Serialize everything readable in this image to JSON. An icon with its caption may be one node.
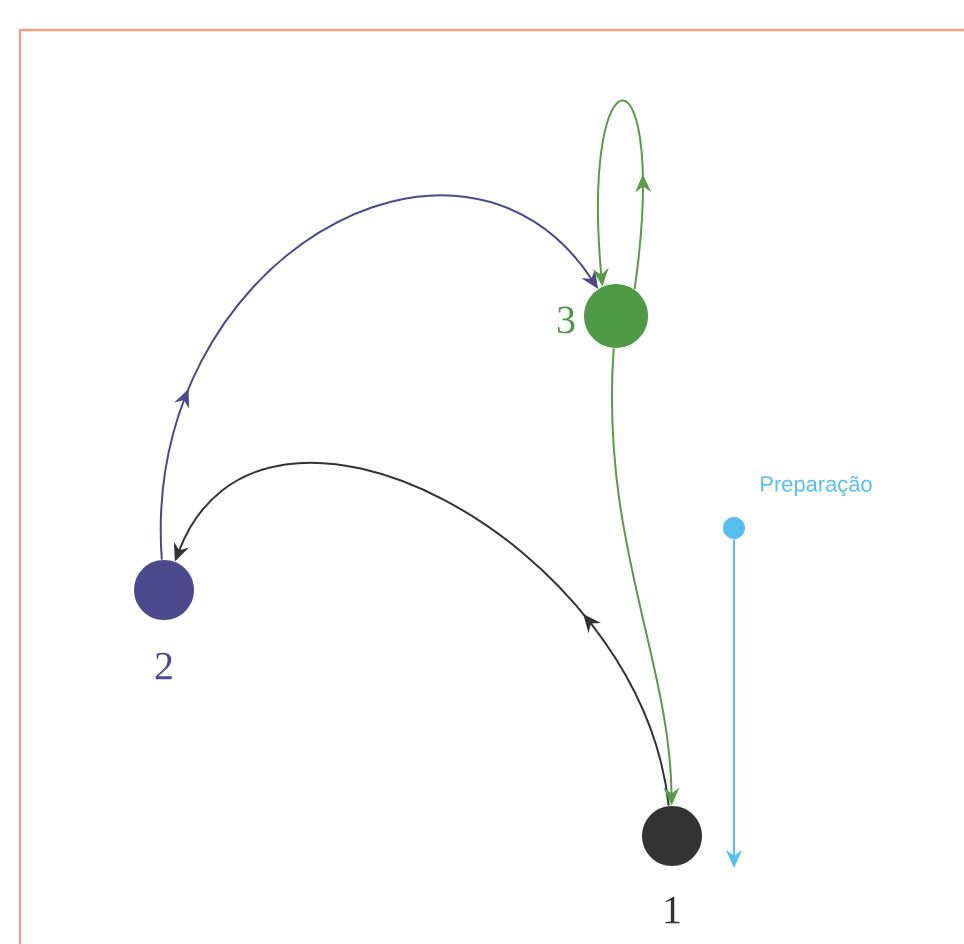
{
  "diagram": {
    "nodes": [
      {
        "text": [],
        "shape": "circle",
        "beside": [
          "1"
        ]
      },
      {
        "text": [],
        "shape": "circle",
        "beside": [
          "2"
        ]
      },
      {
        "text": [],
        "shape": "circle",
        "beside": [
          "3"
        ]
      },
      {
        "text": [],
        "shape": "circle",
        "beside": [
          "Preparação"
        ]
      }
    ],
    "edges": [
      {
        "from": 0,
        "to": 1,
        "arrow": "to",
        "color": "#333333"
      },
      {
        "from": 1,
        "to": 2,
        "arrow": "to",
        "color": "#4a4a8c"
      },
      {
        "from": 2,
        "to": 0,
        "arrow": "to",
        "color": "#5a9a4a"
      },
      {
        "from": 2,
        "to": 2,
        "arrow": "to",
        "color": "#5a9a4a"
      },
      {
        "from": 3,
        "to": null,
        "arrow": "to",
        "color": "#55c0f0"
      }
    ]
  }
}
